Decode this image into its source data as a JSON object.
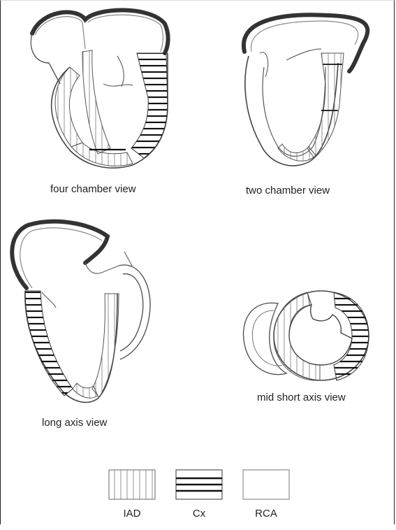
{
  "views": {
    "four_chamber": "four chamber view",
    "two_chamber": "two chamber view",
    "long_axis": "long axis view",
    "short_axis": "mid short axis view"
  },
  "legend": [
    {
      "key": "lad",
      "label": "IAD",
      "pattern": "vertical-lines"
    },
    {
      "key": "cx",
      "label": "Cx",
      "pattern": "horizontal-lines"
    },
    {
      "key": "rca",
      "label": "RCA",
      "pattern": "plain"
    }
  ]
}
